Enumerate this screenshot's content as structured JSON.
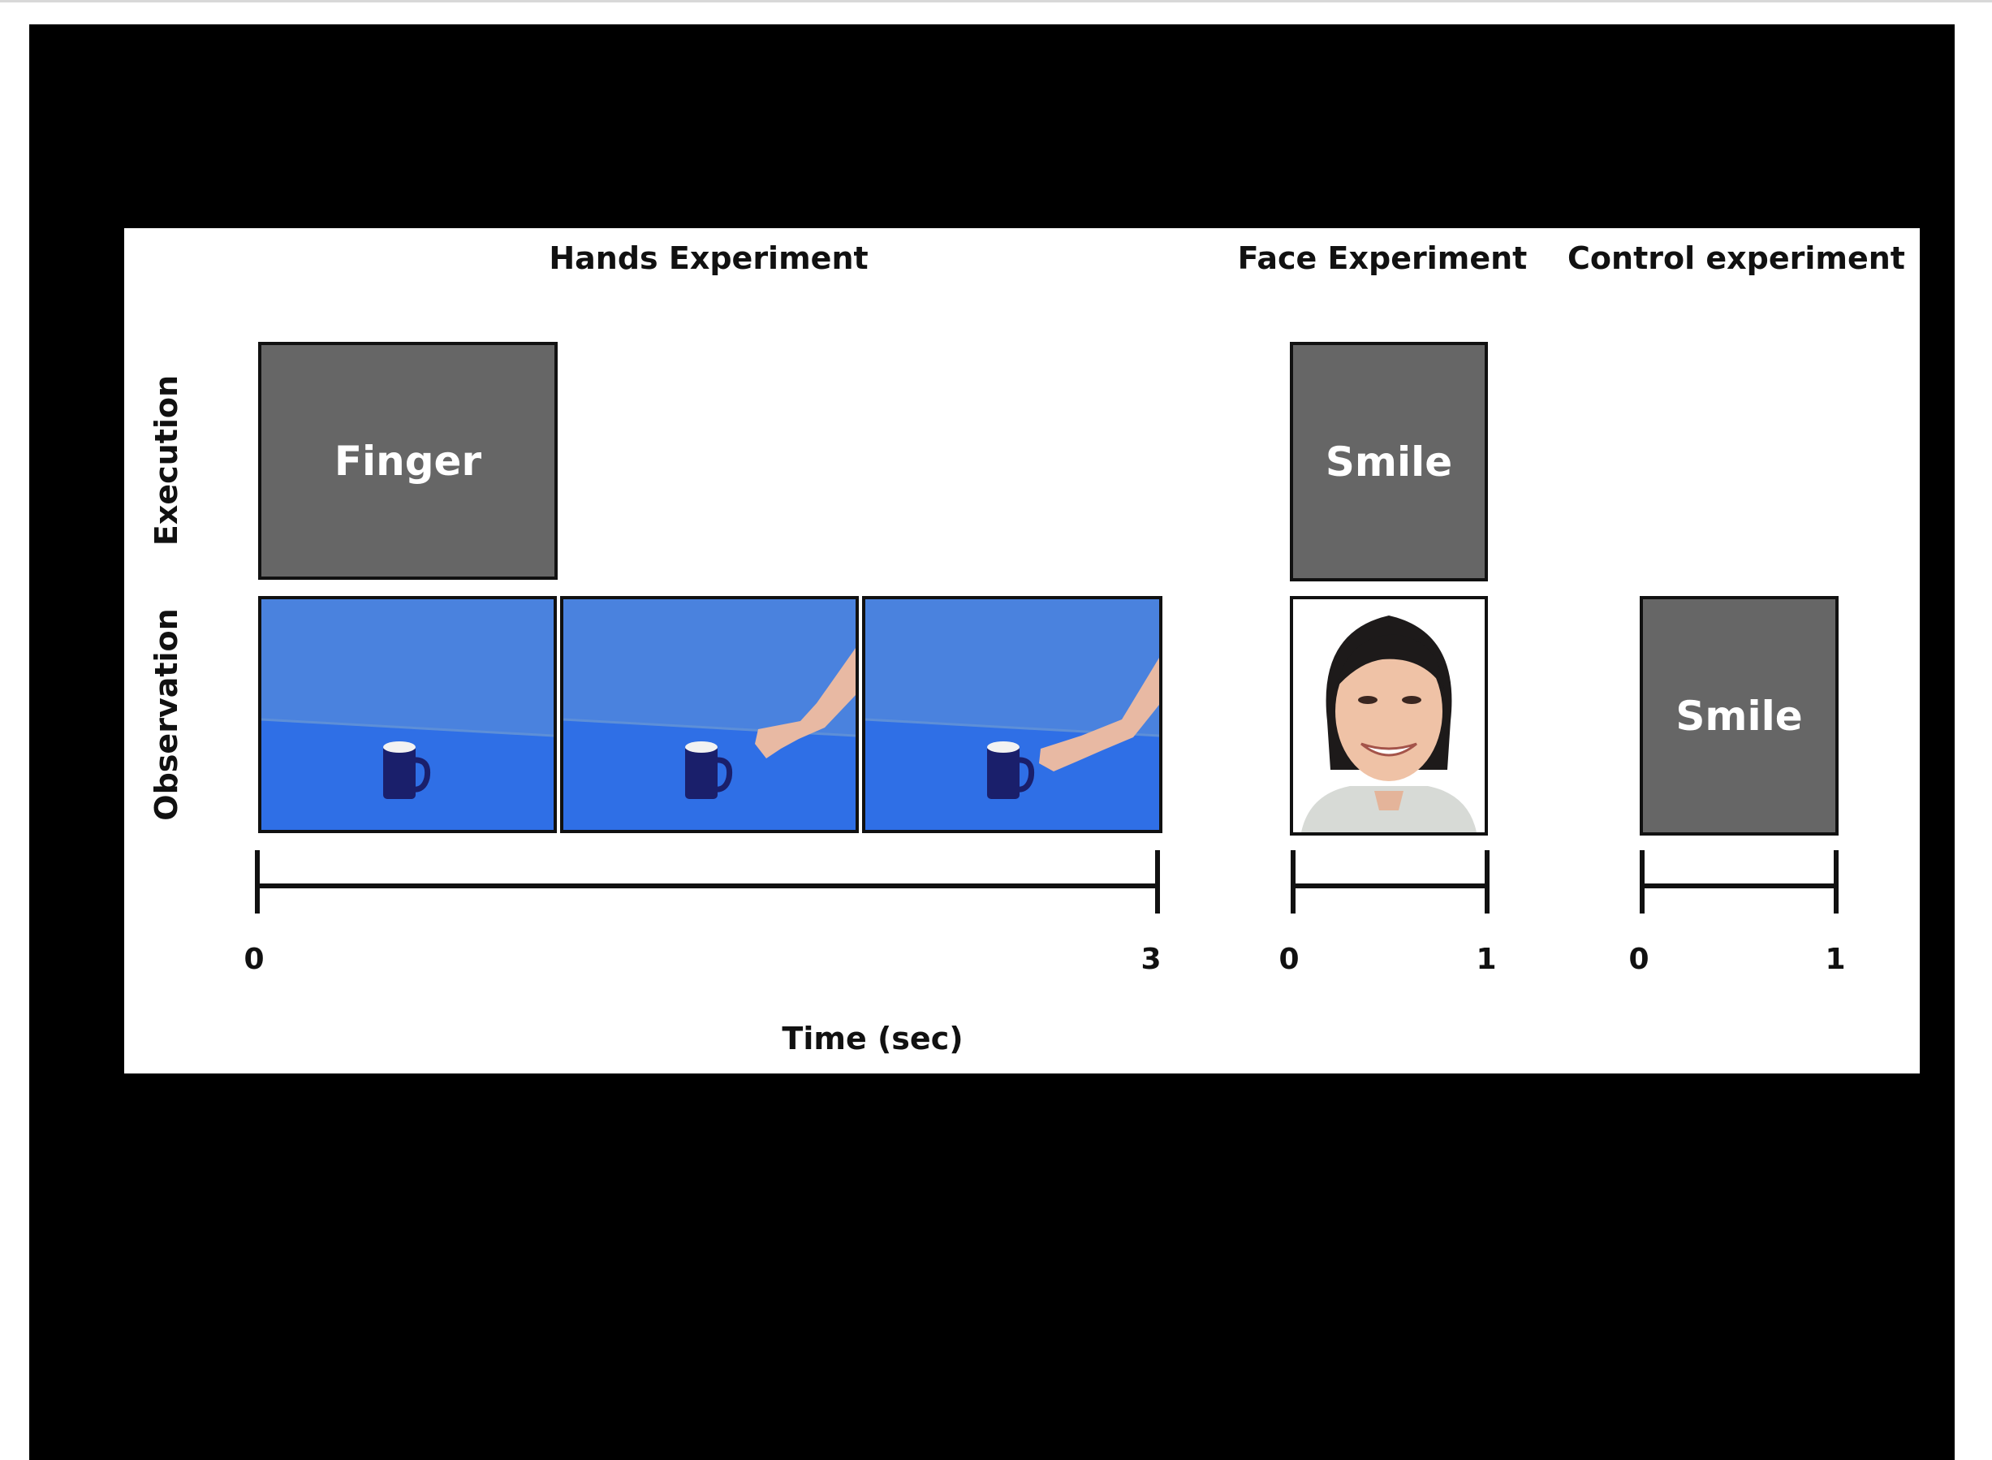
{
  "headings": {
    "hands": "Hands Experiment",
    "face": "Face Experiment",
    "control": "Control experiment"
  },
  "rows": {
    "execution": "Execution",
    "observation": "Observation"
  },
  "boxes": {
    "finger": "Finger",
    "smile_execution": "Smile",
    "smile_control": "Smile"
  },
  "timelines": {
    "hands": {
      "start": "0",
      "end": "3"
    },
    "face": {
      "start": "0",
      "end": "1"
    },
    "control": {
      "start": "0",
      "end": "1"
    }
  },
  "axis_label": "Time (sec)",
  "colors": {
    "box_gray": "#666666",
    "stage_blue": "#3f7de0",
    "mug_navy": "#1a1f6b"
  }
}
